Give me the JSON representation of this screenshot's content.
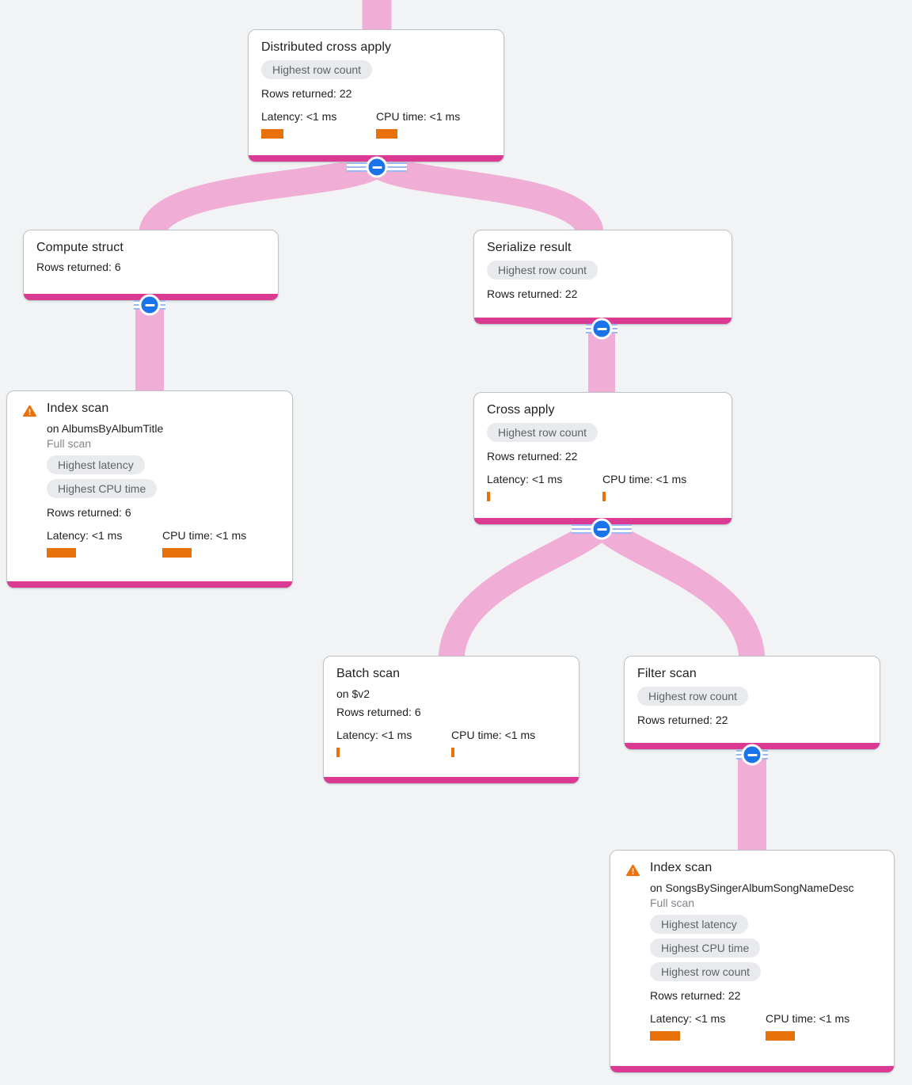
{
  "app": "Query execution plan visualizer",
  "colors": {
    "background": "#F1F3F4",
    "node_accent_bar": "#DB3A92",
    "link": "#F0AED6",
    "metric_bar": "#E8710A",
    "warning_icon": "#E8710A",
    "collapse_button": "#1A73E8",
    "badge_background": "#E8EAED",
    "badge_text": "#5F6368"
  },
  "nodes": [
    {
      "title": "Distributed cross apply",
      "badges": [
        "Highest row count"
      ],
      "rows": "Rows returned: 22",
      "latency": "Latency: <1 ms",
      "cpu": "CPU time: <1 ms",
      "latency_bar": 28,
      "cpu_bar": 27
    },
    {
      "title": "Compute struct",
      "rows": "Rows returned: 6"
    },
    {
      "title": "Serialize result",
      "badges": [
        "Highest row count"
      ],
      "rows": "Rows returned: 22"
    },
    {
      "title": "Index scan",
      "subtitle": "on AlbumsByAlbumTitle",
      "scan_type": "Full scan",
      "badges": [
        "Highest latency",
        "Highest CPU time"
      ],
      "rows": "Rows returned: 6",
      "latency": "Latency: <1 ms",
      "cpu": "CPU time: <1 ms",
      "latency_bar": 37,
      "cpu_bar": 37
    },
    {
      "title": "Cross apply",
      "badges": [
        "Highest row count"
      ],
      "rows": "Rows returned: 22",
      "latency": "Latency: <1 ms",
      "cpu": "CPU time: <1 ms",
      "latency_bar": 4,
      "cpu_bar": 4
    },
    {
      "title": "Batch scan",
      "subtitle": "on $v2",
      "rows": "Rows returned: 6",
      "latency": "Latency: <1 ms",
      "cpu": "CPU time: <1 ms",
      "latency_bar": 4,
      "cpu_bar": 4
    },
    {
      "title": "Filter scan",
      "badges": [
        "Highest row count"
      ],
      "rows": "Rows returned: 22"
    },
    {
      "title": "Index scan",
      "subtitle": "on SongsBySingerAlbumSongNameDesc",
      "scan_type": "Full scan",
      "badges": [
        "Highest latency",
        "Highest CPU time",
        "Highest row count"
      ],
      "rows": "Rows returned: 22",
      "latency": "Latency: <1 ms",
      "cpu": "CPU time: <1 ms",
      "latency_bar": 38,
      "cpu_bar": 37
    }
  ],
  "edges": [
    {
      "from": "Distributed cross apply",
      "to": "Compute struct"
    },
    {
      "from": "Distributed cross apply",
      "to": "Serialize result"
    },
    {
      "from": "Compute struct",
      "to": "Index scan (AlbumsByAlbumTitle)"
    },
    {
      "from": "Serialize result",
      "to": "Cross apply"
    },
    {
      "from": "Cross apply",
      "to": "Batch scan"
    },
    {
      "from": "Cross apply",
      "to": "Filter scan"
    },
    {
      "from": "Filter scan",
      "to": "Index scan (SongsBySingerAlbumSongNameDesc)"
    }
  ]
}
